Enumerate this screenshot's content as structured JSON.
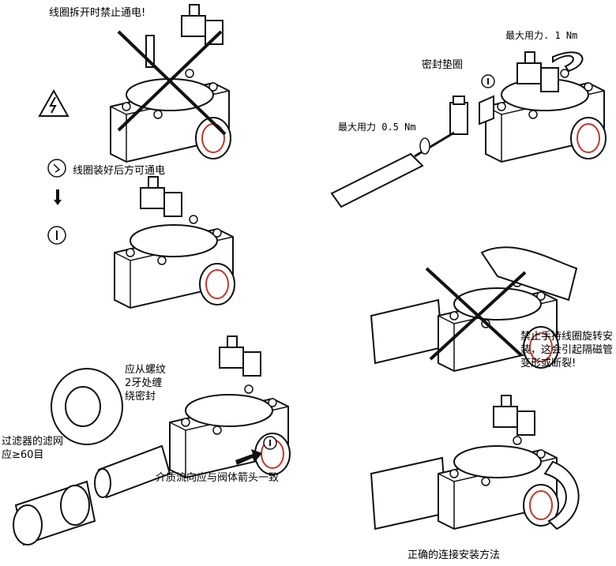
{
  "labels": {
    "no_power_removed": "线圈拆开时禁止通电!",
    "power_after_coil": "线圈装好后方可通电",
    "max_torque_1": "最大用力. 1 Nm",
    "seal_gasket": "密封垫圈",
    "max_torque_05": "最大用力 0.5 Nm",
    "no_coil_hold": "禁止手持线圈旋转安装，这会引起隔磁管变形或断裂!",
    "seal_thread": "应从螺纹2牙处缠绕密封",
    "filter_mesh": "过滤器的滤网应≥60目",
    "flow_direction": "介质流向应与阀体箭头一致",
    "correct_method": "正确的连接安装方法"
  },
  "icons": [
    "power-hazard-icon",
    "power-off-symbol-icon",
    "power-on-symbol-icon",
    "down-arrow-icon",
    "info-icon",
    "flow-arrow-icon",
    "rotate-arrow-icon",
    "screwdriver-icon",
    "wrench-icon"
  ],
  "colors": {
    "line": "#111111",
    "accent": "#c0392b"
  }
}
